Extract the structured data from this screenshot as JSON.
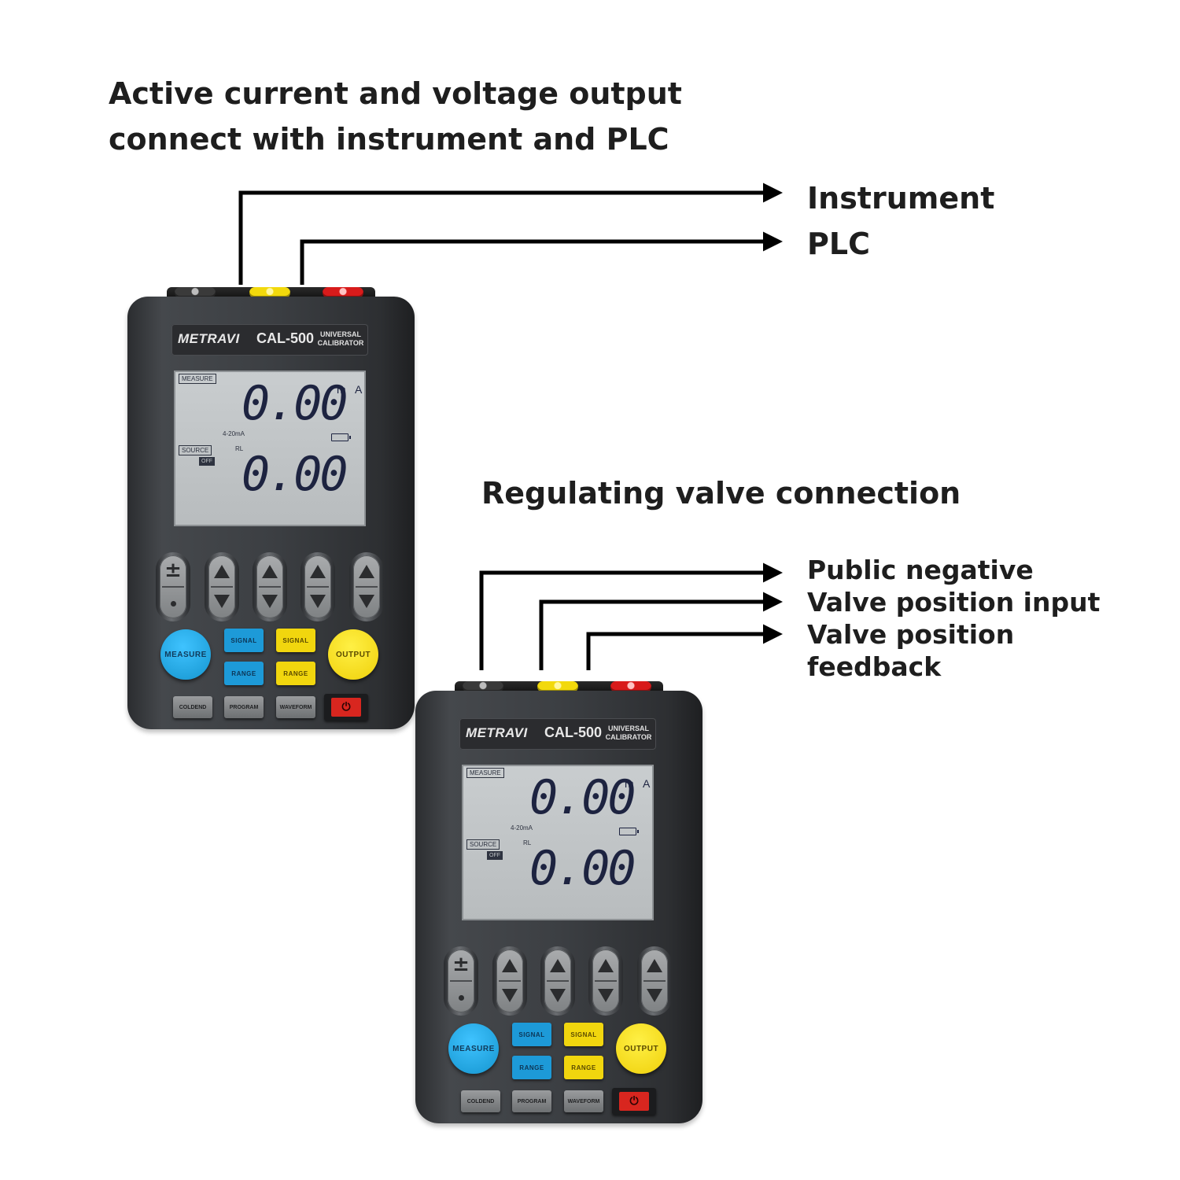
{
  "headings": {
    "top": [
      "Active current and voltage output",
      "connect with instrument and PLC"
    ],
    "bottom": "Regulating valve  connection"
  },
  "labels": {
    "instrument": "Instrument",
    "plc": "PLC",
    "public_negative": "Public negative",
    "valve_input": "Valve position input",
    "valve_feedback": [
      "Valve position",
      "feedback"
    ]
  },
  "device": {
    "brand": "METRAVI",
    "model": "CAL-500",
    "subtitle": [
      "UNIVERSAL",
      "CALIBRATOR"
    ],
    "lcd": {
      "measure_tag": "MEASURE",
      "source_tag": "SOURCE",
      "off_tag": "OFF",
      "range": "4-20mA",
      "rl": "RL",
      "reading_top": "0.00",
      "reading_bottom": "0.00",
      "unit_prefix": "m",
      "unit": "A"
    },
    "keys": {
      "plus_minus": "±",
      "measure": "MEASURE",
      "output": "OUTPUT",
      "signal": "SIGNAL",
      "range": "RANGE",
      "coldend": "COLDEND",
      "program": "PROGRAM",
      "waveform": "WAVEFORM",
      "power": "⏻"
    }
  },
  "colors": {
    "text": "#1e1e1e",
    "measure_key": "#1d9ad8",
    "output_key": "#f1d60e",
    "power_key": "#d8261f",
    "lcd": "#c3c7c9"
  }
}
